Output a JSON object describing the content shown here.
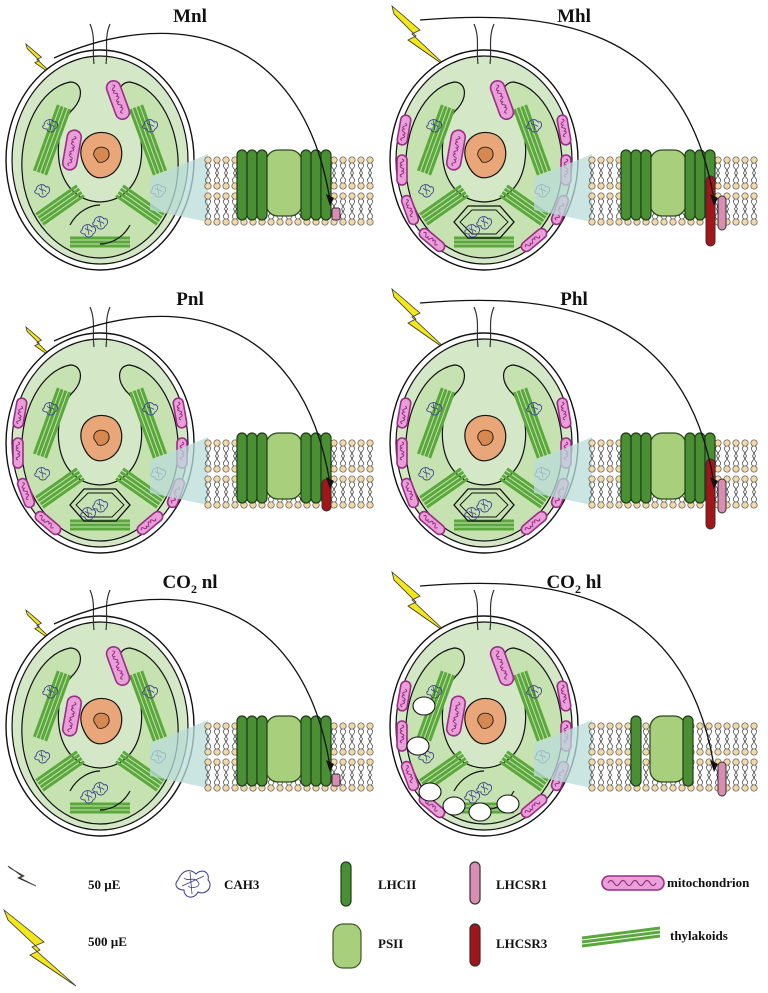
{
  "panels": [
    {
      "id": "mnl",
      "title": "Mnl",
      "title_sub": "",
      "title_tail": "",
      "light": "low",
      "variant": "M"
    },
    {
      "id": "mhl",
      "title": "Mhl",
      "title_sub": "",
      "title_tail": "",
      "light": "high",
      "variant": "M"
    },
    {
      "id": "pnl",
      "title": "Pnl",
      "title_sub": "",
      "title_tail": "",
      "light": "low",
      "variant": "P"
    },
    {
      "id": "phl",
      "title": "Phl",
      "title_sub": "",
      "title_tail": "",
      "light": "high",
      "variant": "P"
    },
    {
      "id": "co2nl",
      "title": "CO",
      "title_sub": "2",
      "title_tail": " nl",
      "light": "low",
      "variant": "C"
    },
    {
      "id": "co2hl",
      "title": "CO",
      "title_sub": "2",
      "title_tail": " hl",
      "light": "high",
      "variant": "C"
    }
  ],
  "legend": {
    "low_light": "50 µE",
    "high_light": "500 µE",
    "cah3": "CAH3",
    "lhcii": "LHCII",
    "psii": "PSII",
    "lhcsr1": "LHCSR1",
    "lhcsr3": "LHCSR3",
    "mitochondrion": "mitochondrion",
    "thylakoids": "thylakoids"
  },
  "colors": {
    "cytoplasm": "#d4e8c8",
    "chloroplast": "#c5e2b0",
    "nucleus": "#e9a779",
    "nucleolus": "#d5884f",
    "mito_fill": "#e7a0d8",
    "mito_stroke": "#9c2c86",
    "thylakoid": "#5aa83c",
    "lhcii": "#4b8f35",
    "psii": "#a8cf7c",
    "lhcsr1": "#d98eb1",
    "lhcsr3": "#a31519",
    "lipid_head": "#f1d8a6",
    "cone": "#b9dcd8",
    "cah3": "#3a3a8c",
    "bolt": "#f3e619"
  }
}
